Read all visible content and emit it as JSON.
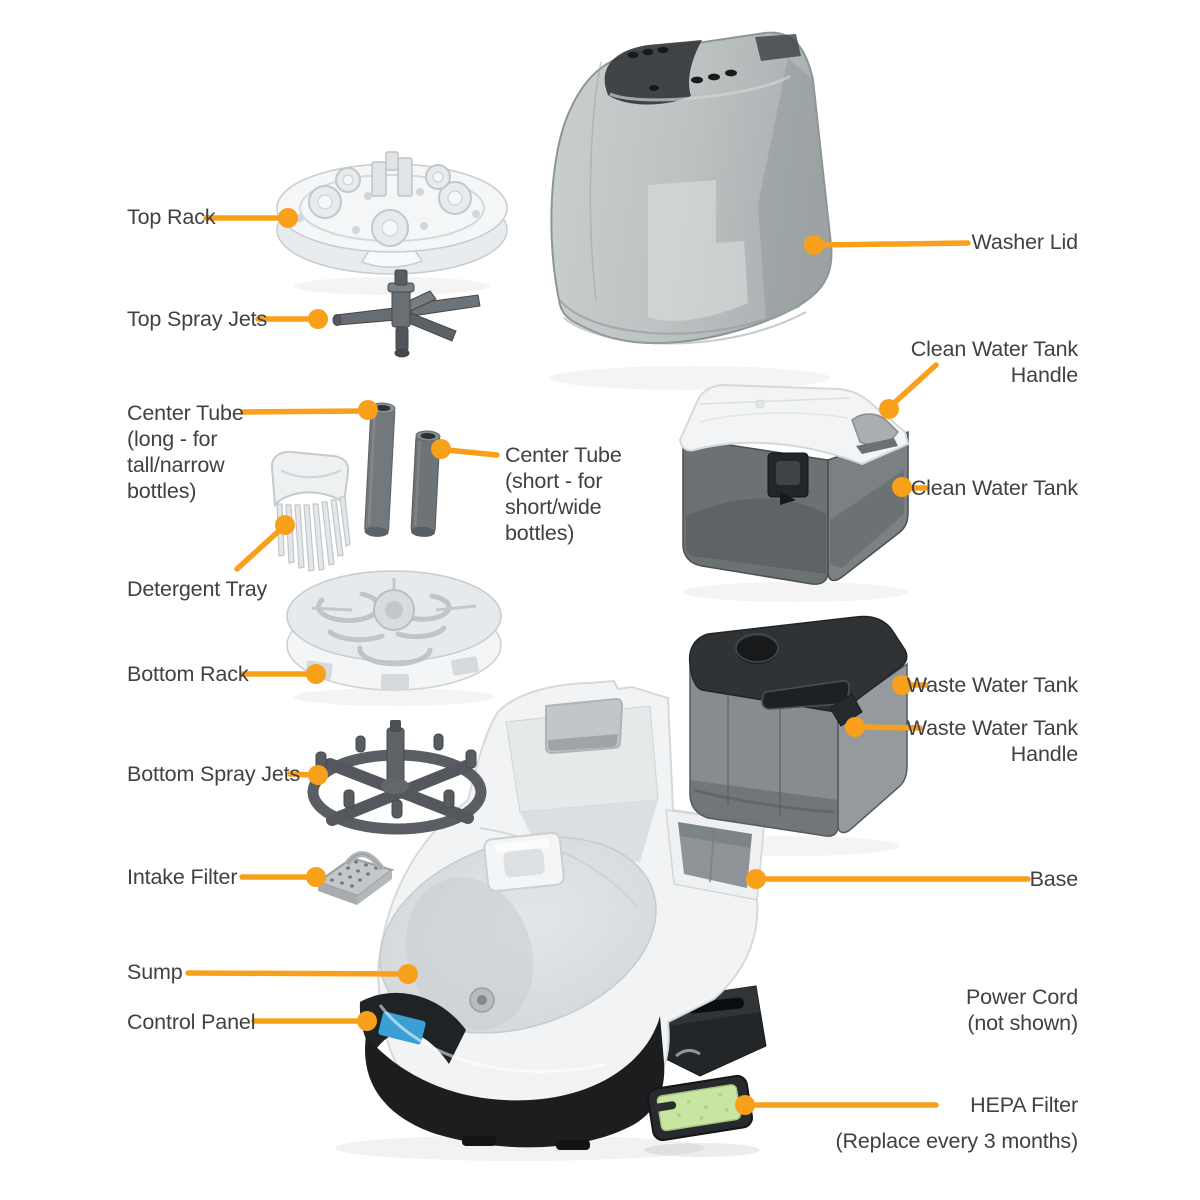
{
  "page": {
    "background_color": "#ffffff",
    "accent_color": "#F9A01B",
    "label_color": "#414042",
    "description": "Exploded parts diagram of a bottle washer appliance"
  },
  "labels": {
    "top_rack": "Top Rack",
    "top_spray_jets": "Top Spray Jets",
    "center_tube_long": "Center Tube\n(long - for\ntall/narrow\nbottles)",
    "center_tube_short": "Center Tube\n(short - for\nshort/wide\nbottles)",
    "detergent_tray": "Detergent Tray",
    "bottom_rack": "Bottom Rack",
    "bottom_spray_jets": "Bottom Spray Jets",
    "intake_filter": "Intake Filter",
    "sump": "Sump",
    "control_panel": "Control Panel",
    "washer_lid": "Washer Lid",
    "clean_water_tank_handle": "Clean Water Tank\nHandle",
    "clean_water_tank": "Clean Water Tank",
    "waste_water_tank": "Waste Water Tank",
    "waste_water_tank_handle": "Waste Water Tank\nHandle",
    "base": "Base",
    "power_cord": "Power Cord\n(not shown)",
    "hepa_filter": "HEPA Filter",
    "hepa_filter_note": "(Replace every 3 months)"
  },
  "part_colors": {
    "translucent_plastic": "#aab1b1",
    "dark_plastic": "#5e6266",
    "white_plastic": "#f1f3f4",
    "black_plastic": "#1b1d1f",
    "waste_tank_top": "#2f3336",
    "hepa_green": "#c9e5a2",
    "control_screen_blue": "#3aa0d4"
  }
}
